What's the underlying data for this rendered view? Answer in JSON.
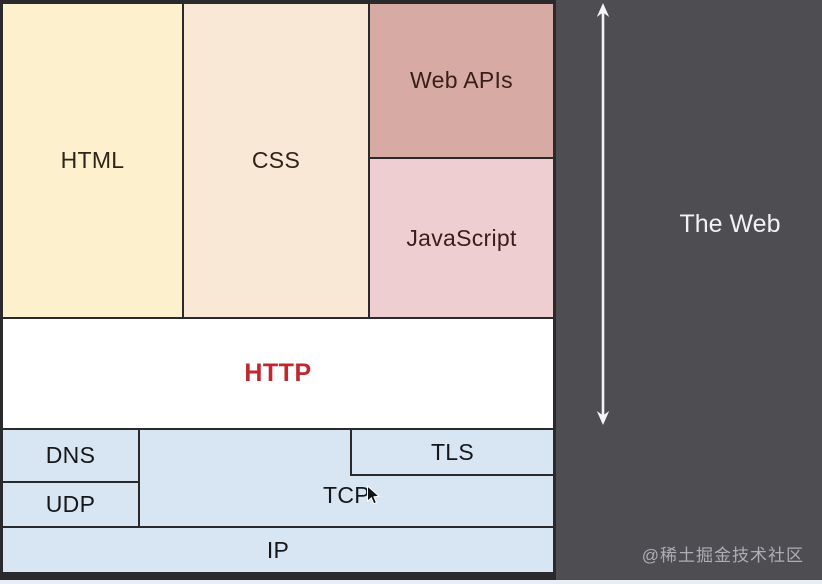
{
  "labels": {
    "html": "HTML",
    "css": "CSS",
    "web_apis": "Web APIs",
    "javascript": "JavaScript",
    "http": "HTTP",
    "dns": "DNS",
    "udp": "UDP",
    "tcp": "TCP",
    "tls": "TLS",
    "ip": "IP",
    "the_web": "The Web"
  },
  "watermark": "@稀土掘金技术社区",
  "icons": {
    "double_arrow": "vertical-double-headed-arrow",
    "cursor": "mouse-pointer"
  },
  "colors": {
    "html_box": "#fcf1cc",
    "css_box": "#f9e8d5",
    "web_apis_box": "#d7aaa3",
    "javascript_box": "#eeced1",
    "http_box": "#ffffff",
    "http_text": "#c1272d",
    "network_box": "#d8e5f3",
    "border": "#2a292b",
    "side_panel": "#4e4d52",
    "side_panel_text": "#f3f1f2",
    "watermark_text": "#aeadb5"
  }
}
